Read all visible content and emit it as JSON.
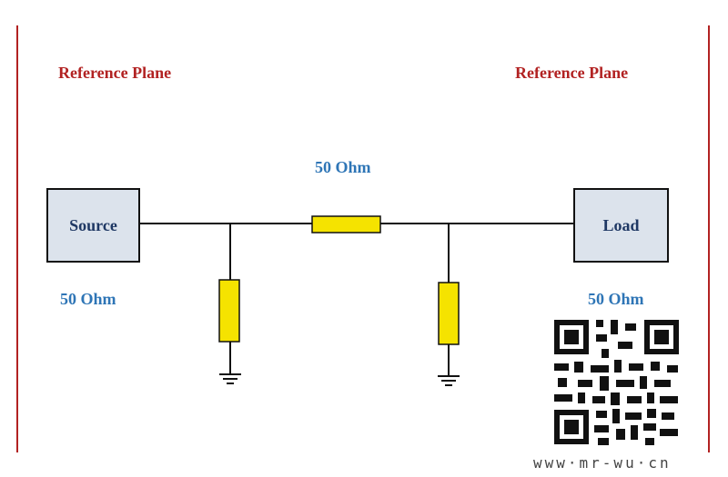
{
  "labels": {
    "reference_plane_left": "Reference Plane",
    "reference_plane_right": "Reference Plane",
    "series_impedance": "50 Ohm",
    "source_impedance": "50 Ohm",
    "load_impedance": "50 Ohm"
  },
  "blocks": {
    "source": "Source",
    "load": "Load"
  },
  "watermark": "www·mr-wu·cn",
  "colors": {
    "reference_plane": "#b22222",
    "impedance_text": "#2e75b6",
    "resistor_fill": "#f5e300",
    "block_fill": "#dce3ec",
    "wire": "#111111"
  }
}
